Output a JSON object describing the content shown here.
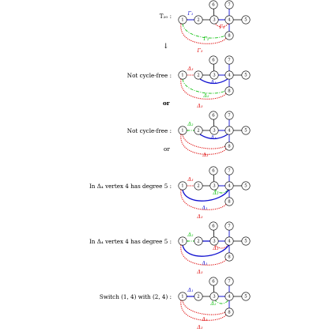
{
  "rows": [
    {
      "label": "T₂₀ :",
      "annotations": {
        "blue": "Γ₁",
        "red": "Γ₃",
        "green": "Γ₂",
        "red2": "Γ₃"
      }
    },
    {
      "label": "Not cycle-free :",
      "annotations": {
        "red": "Δ₃",
        "blue": "Δ₁",
        "green": "Δ₂",
        "red2": "Δ₃"
      }
    },
    {
      "label": "Not cycle-free :",
      "annotations": {
        "green": "Δ₂",
        "blue": "Δ₁",
        "red": "Δ₃"
      }
    },
    {
      "label": "In Δ₄ vertex 4 has degree 5 :",
      "annotations": {
        "red": "Δ₃",
        "green": "Δ₂",
        "blue": "Δ₁",
        "red2": "Δ₃"
      }
    },
    {
      "label": "In Δ₄ vertex 4 has degree 5 :",
      "annotations": {
        "green": "Δ₂",
        "red": "Δ₃",
        "blue": "Δ₁",
        "red2": "Δ₃"
      }
    },
    {
      "label": "Switch (1, 4) with (2, 4) :",
      "annotations": {
        "blue": "Δ₁",
        "green": "Δ₂",
        "red": "Δ₃",
        "red2": "Δ₃"
      }
    }
  ],
  "separators": {
    "arrow": "↓",
    "or_bold": "or",
    "or_plain": "or"
  },
  "node_labels": [
    "1",
    "2",
    "3",
    "4",
    "5",
    "6",
    "7",
    "8"
  ],
  "colors": {
    "blue": "#1010d0",
    "red": "#e01010",
    "green": "#10c010",
    "black": "#000000"
  }
}
